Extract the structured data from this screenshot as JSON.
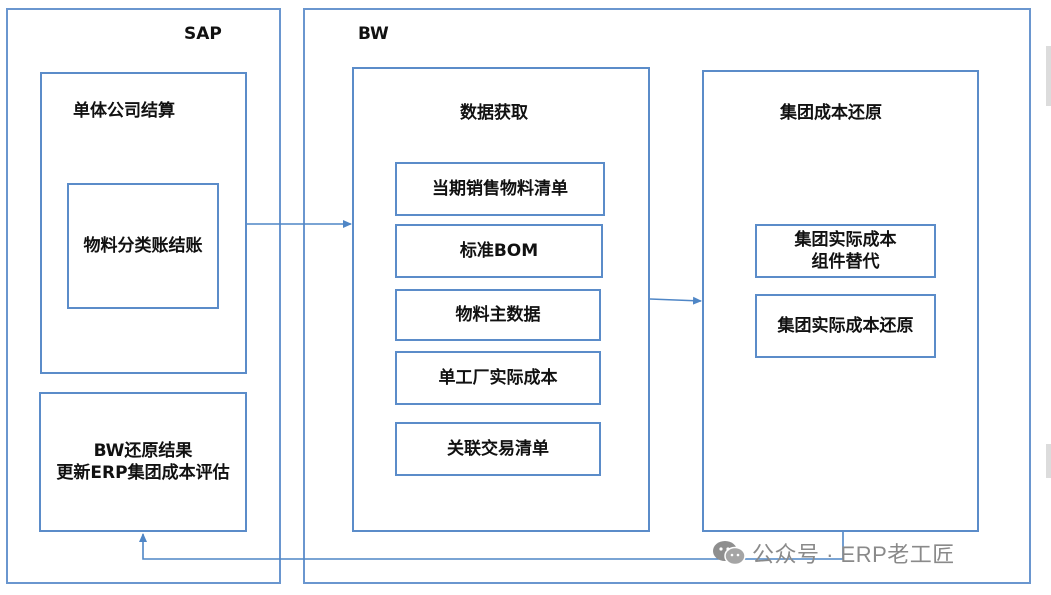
{
  "sap": {
    "title": "SAP",
    "entity_settlement": {
      "title": "单体公司结算",
      "ledger_close": "物料分类账结账"
    },
    "update_box": {
      "line1": "BW还原结果",
      "line2": "更新ERP集团成本评估"
    }
  },
  "bw": {
    "title": "BW",
    "data_acquisition": {
      "title": "数据获取",
      "items": [
        "当期销售物料清单",
        "标准BOM",
        "物料主数据",
        "单工厂实际成本",
        "关联交易清单"
      ]
    },
    "group_cost": {
      "title": "集团成本还原",
      "items": [
        {
          "line1": "集团实际成本",
          "line2": "组件替代"
        },
        {
          "line1": "集团实际成本还原",
          "line2": ""
        }
      ]
    }
  },
  "watermark": {
    "text": "公众号 · ERP老工匠"
  },
  "colors": {
    "border": "#5b8cc9",
    "arrow": "#4f86c6",
    "watermark": "#8a8a8a"
  }
}
